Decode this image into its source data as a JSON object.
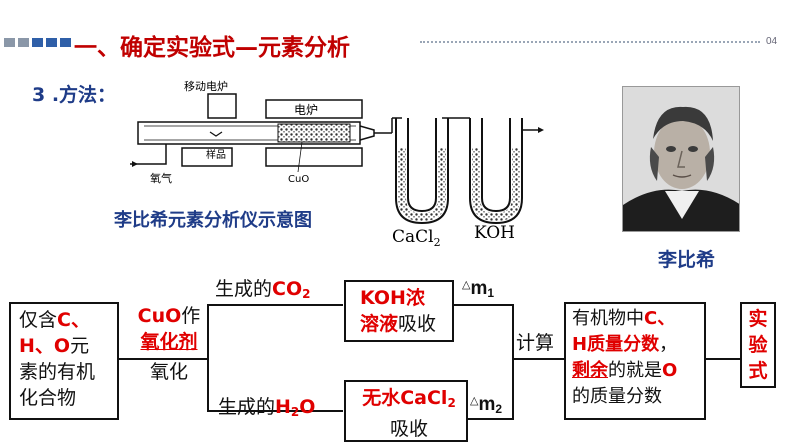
{
  "header": {
    "title": "一、确定实验式—元素分析",
    "page_number": "04",
    "square_colors": [
      "#8a97a8",
      "#8a97a8",
      "#2f5fa8",
      "#2f5fa8",
      "#2f5fa8"
    ]
  },
  "method_label": "3 .方法：",
  "apparatus": {
    "furnace_movable": "移动电炉",
    "furnace": "电炉",
    "sample": "样品",
    "oxygen": "氧气",
    "cuo": "CuO",
    "cacl2": "CaCl",
    "cacl2_sub": "2",
    "koh": "KOH"
  },
  "diagram_caption": "李比希元素分析仪示意图",
  "portrait_name": "李比希",
  "flow": {
    "start": {
      "line1a": "仅含",
      "line1b": "C、",
      "line2a": "H、O",
      "line2b": "元",
      "line3": "素的有机",
      "line4": "化合物"
    },
    "reagent": {
      "line1a": "CuO",
      "line1b": "作",
      "line2": "氧化剂",
      "line3": "氧化"
    },
    "co2_label": {
      "prefix": "生成的",
      "formula": "CO",
      "sub": "2"
    },
    "h2o_label": {
      "prefix": "生成的",
      "formula": "H",
      "sub": "2",
      "suffix": "O"
    },
    "koh_box": {
      "line1a": "KOH",
      "line1b": "浓",
      "line2a": "溶液",
      "line2b": "吸收"
    },
    "cacl2_box": {
      "line1a": "无水CaCl",
      "line1sub": "2",
      "line2": "吸收"
    },
    "delta_m1": {
      "tri": "△",
      "m": "m",
      "sub": "1"
    },
    "delta_m2": {
      "tri": "△",
      "m": "m",
      "sub": "2"
    },
    "calc": "计算",
    "result_box": {
      "line1a": "有机物中",
      "line1b": "C、",
      "line2a": "H质量分数",
      "line2b": "，",
      "line3a": "剩余",
      "line3b": "的就是",
      "line3c": "O",
      "line4": "的质量分数"
    },
    "final_box": {
      "c1": "实",
      "c2": "验",
      "c3": "式"
    }
  }
}
